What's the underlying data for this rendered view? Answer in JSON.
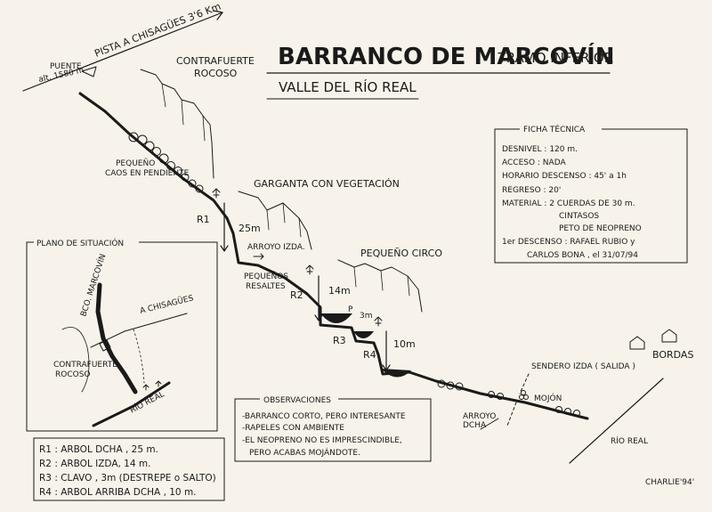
{
  "header": {
    "title": "BARRANCO DE MARCOVÍN",
    "subtitle": ", TRAMO INFERIOR",
    "valley": "VALLE DEL RÍO REAL"
  },
  "route": {
    "pista": "PISTA A CHISAGÜES 3'6 Km",
    "puente_1": "PUENTE",
    "puente_2": "alt. 1580 m",
    "contrafuerte_1": "CONTRAFUERTE",
    "contrafuerte_2": "ROCOSO",
    "caos_1": "PEQUEÑO",
    "caos_2": "CAOS EN PENDIENTE",
    "garganta": "GARGANTA CON VEGETACIÓN",
    "r1": "R1",
    "len_25": "25m",
    "arroyo_izda": "ARROYO IZDA.",
    "resaltes_1": "PEQUEÑOS",
    "resaltes_2": "RESALTES",
    "circo": "PEQUEÑO CIRCO",
    "r2": "R2",
    "len_14": "14m",
    "p": "P",
    "len_3": "3m",
    "r3": "R3",
    "r4": "R4",
    "len_10": "10m",
    "sendero": "SENDERO IZDA ( SALIDA )",
    "mojon": "MOJÓN",
    "arroyo_dcha_1": "ARROYO",
    "arroyo_dcha_2": "DCHA",
    "bordas": "BORDAS",
    "rio_real": "RÍO REAL"
  },
  "ficha": {
    "heading": "FICHA TÉCNICA",
    "rows": [
      "DESNIVEL : 120 m.",
      "ACCESO : NADA",
      "HORARIO DESCENSO : 45' a 1h",
      "REGRESO : 20'",
      "MATERIAL : 2 CUERDAS DE 30 m.",
      "CINTASOS",
      "PETO DE NEOPRENO",
      "1er DESCENSO : RAFAEL RUBIO y",
      "CARLOS BONA , el 31/07/94"
    ]
  },
  "plano": {
    "heading": "PLANO DE SITUACIÓN",
    "bco": "BCO. MARCOVÍN",
    "chisagues": "A CHISAGÜES",
    "contrafuerte_1": "CONTRAFUERTE",
    "contrafuerte_2": "ROCOSO",
    "rio": "RÍO REAL"
  },
  "observaciones": {
    "heading": "OBSERVACIONES",
    "lines": [
      "-BARRANCO CORTO, PERO INTERESANTE",
      "-RAPELES CON AMBIENTE",
      "-EL NEOPRENO NO ES IMPRESCINDIBLE,",
      "PERO ACABAS MOJÁNDOTE."
    ]
  },
  "rappels": [
    "R1 : ARBOL DCHA , 25 m.",
    "R2 : ARBOL IZDA, 14 m.",
    "R3 : CLAVO , 3m (DESTREPE o SALTO)",
    "R4 : ARBOL ARRIBA DCHA , 10 m."
  ],
  "signature": "CHARLIE'94'"
}
